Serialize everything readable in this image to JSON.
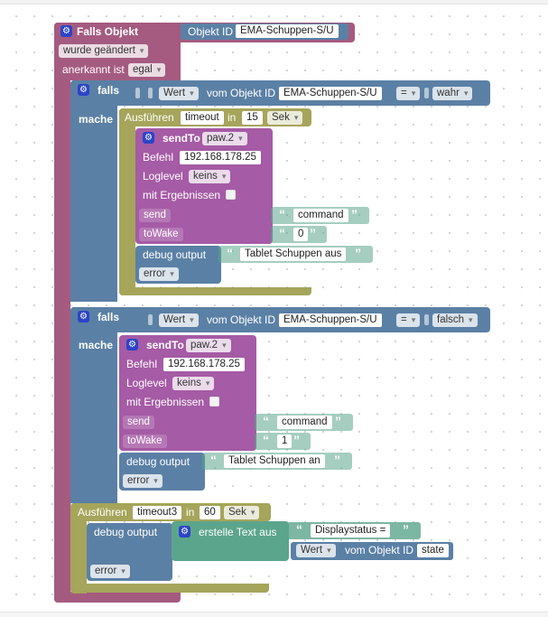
{
  "trigger": {
    "title": "Falls Objekt",
    "object_id_label": "Objekt ID",
    "object_id_value": "EMA-Schuppen-S/U",
    "change_mode": "wurde geändert",
    "ack_label": "anerkannt ist",
    "ack_value": "egal"
  },
  "if1": {
    "if_label": "falls",
    "do_label": "mache",
    "cond": {
      "prop": "Wert",
      "of_label": "vom Objekt ID",
      "object": "EMA-Schuppen-S/U",
      "op": "=",
      "value": "wahr"
    },
    "timeout": {
      "label": "Ausführen",
      "name": "timeout",
      "in_label": "in",
      "value": "15",
      "unit": "Sek"
    },
    "sendto": {
      "title": "sendTo",
      "target": "paw.2",
      "befehl_label": "Befehl",
      "befehl_value": "192.168.178.25",
      "loglevel_label": "Loglevel",
      "loglevel_value": "keins",
      "results_label": "mit Ergebnissen",
      "send_label": "send",
      "send_value": "command",
      "towake_label": "toWake",
      "towake_value": "0"
    },
    "debug": {
      "label": "debug output",
      "text": "Tablet Schuppen aus",
      "level": "error"
    }
  },
  "if2": {
    "if_label": "falls",
    "do_label": "mache",
    "cond": {
      "prop": "Wert",
      "of_label": "vom Objekt ID",
      "object": "EMA-Schuppen-S/U",
      "op": "=",
      "value": "falsch"
    },
    "sendto": {
      "title": "sendTo",
      "target": "paw.2",
      "befehl_label": "Befehl",
      "befehl_value": "192.168.178.25",
      "loglevel_label": "Loglevel",
      "loglevel_value": "keins",
      "results_label": "mit Ergebnissen",
      "send_label": "send",
      "send_value": "command",
      "towake_label": "toWake",
      "towake_value": "1"
    },
    "debug": {
      "label": "debug output",
      "text": "Tablet Schuppen an",
      "level": "error"
    }
  },
  "timeout3": {
    "label": "Ausführen",
    "name": "timeout3",
    "in_label": "in",
    "value": "60",
    "unit": "Sek",
    "debug": {
      "label": "debug output",
      "text_block_label": "erstelle Text aus",
      "text_value": "Displaystatus =",
      "prop": "Wert",
      "of_label": "vom Objekt ID",
      "object": "state",
      "level": "error"
    }
  },
  "quote_open": "“",
  "quote_close": "”",
  "colors": {
    "trigger": "#a55b80",
    "logic": "#5b80a5",
    "timeout": "#a5a55b",
    "sendto": "#a55ba5",
    "text": "#5ba58c",
    "gear": "#2c44c8"
  }
}
